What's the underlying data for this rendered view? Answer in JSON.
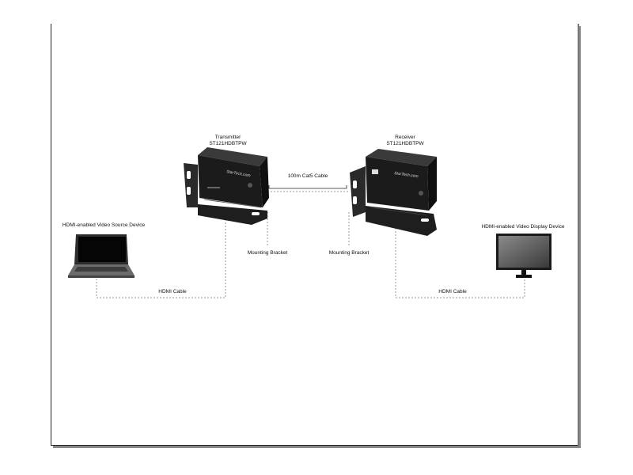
{
  "transmitter": {
    "title": "Transmitter",
    "model": "ST121HDBTPW",
    "brand": "StarTech.com"
  },
  "receiver": {
    "title": "Receiver",
    "model": "ST121HDBTPW",
    "brand": "StarTech.com"
  },
  "labels": {
    "cat5_cable": "100m Cat5 Cable",
    "mounting_bracket_left": "Mounting Bracket",
    "mounting_bracket_right": "Mounting Bracket",
    "hdmi_cable_left": "HDMI Cable",
    "hdmi_cable_right": "HDMI Cable",
    "source_device": "HDMI-enabled Video Source Device",
    "display_device": "HDMI-enabled Video Display Device"
  },
  "icons": [
    "laptop-icon",
    "monitor-icon",
    "transmitter-device-icon",
    "receiver-device-icon"
  ]
}
